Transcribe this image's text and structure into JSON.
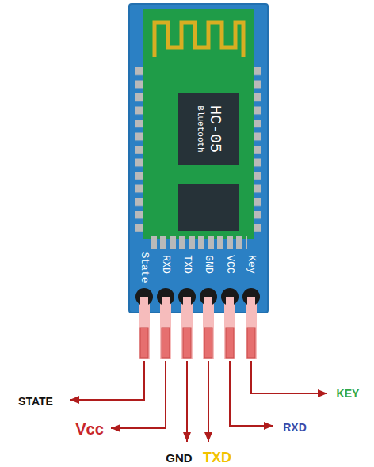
{
  "diagram": {
    "labels": [
      "HC-05",
      "Bluetooth",
      "State",
      "RXD",
      "TXD",
      "GND",
      "VCC",
      "Key",
      "STATE",
      "Vcc",
      "GND",
      "TXD",
      "RXD",
      "KEY"
    ]
  }
}
